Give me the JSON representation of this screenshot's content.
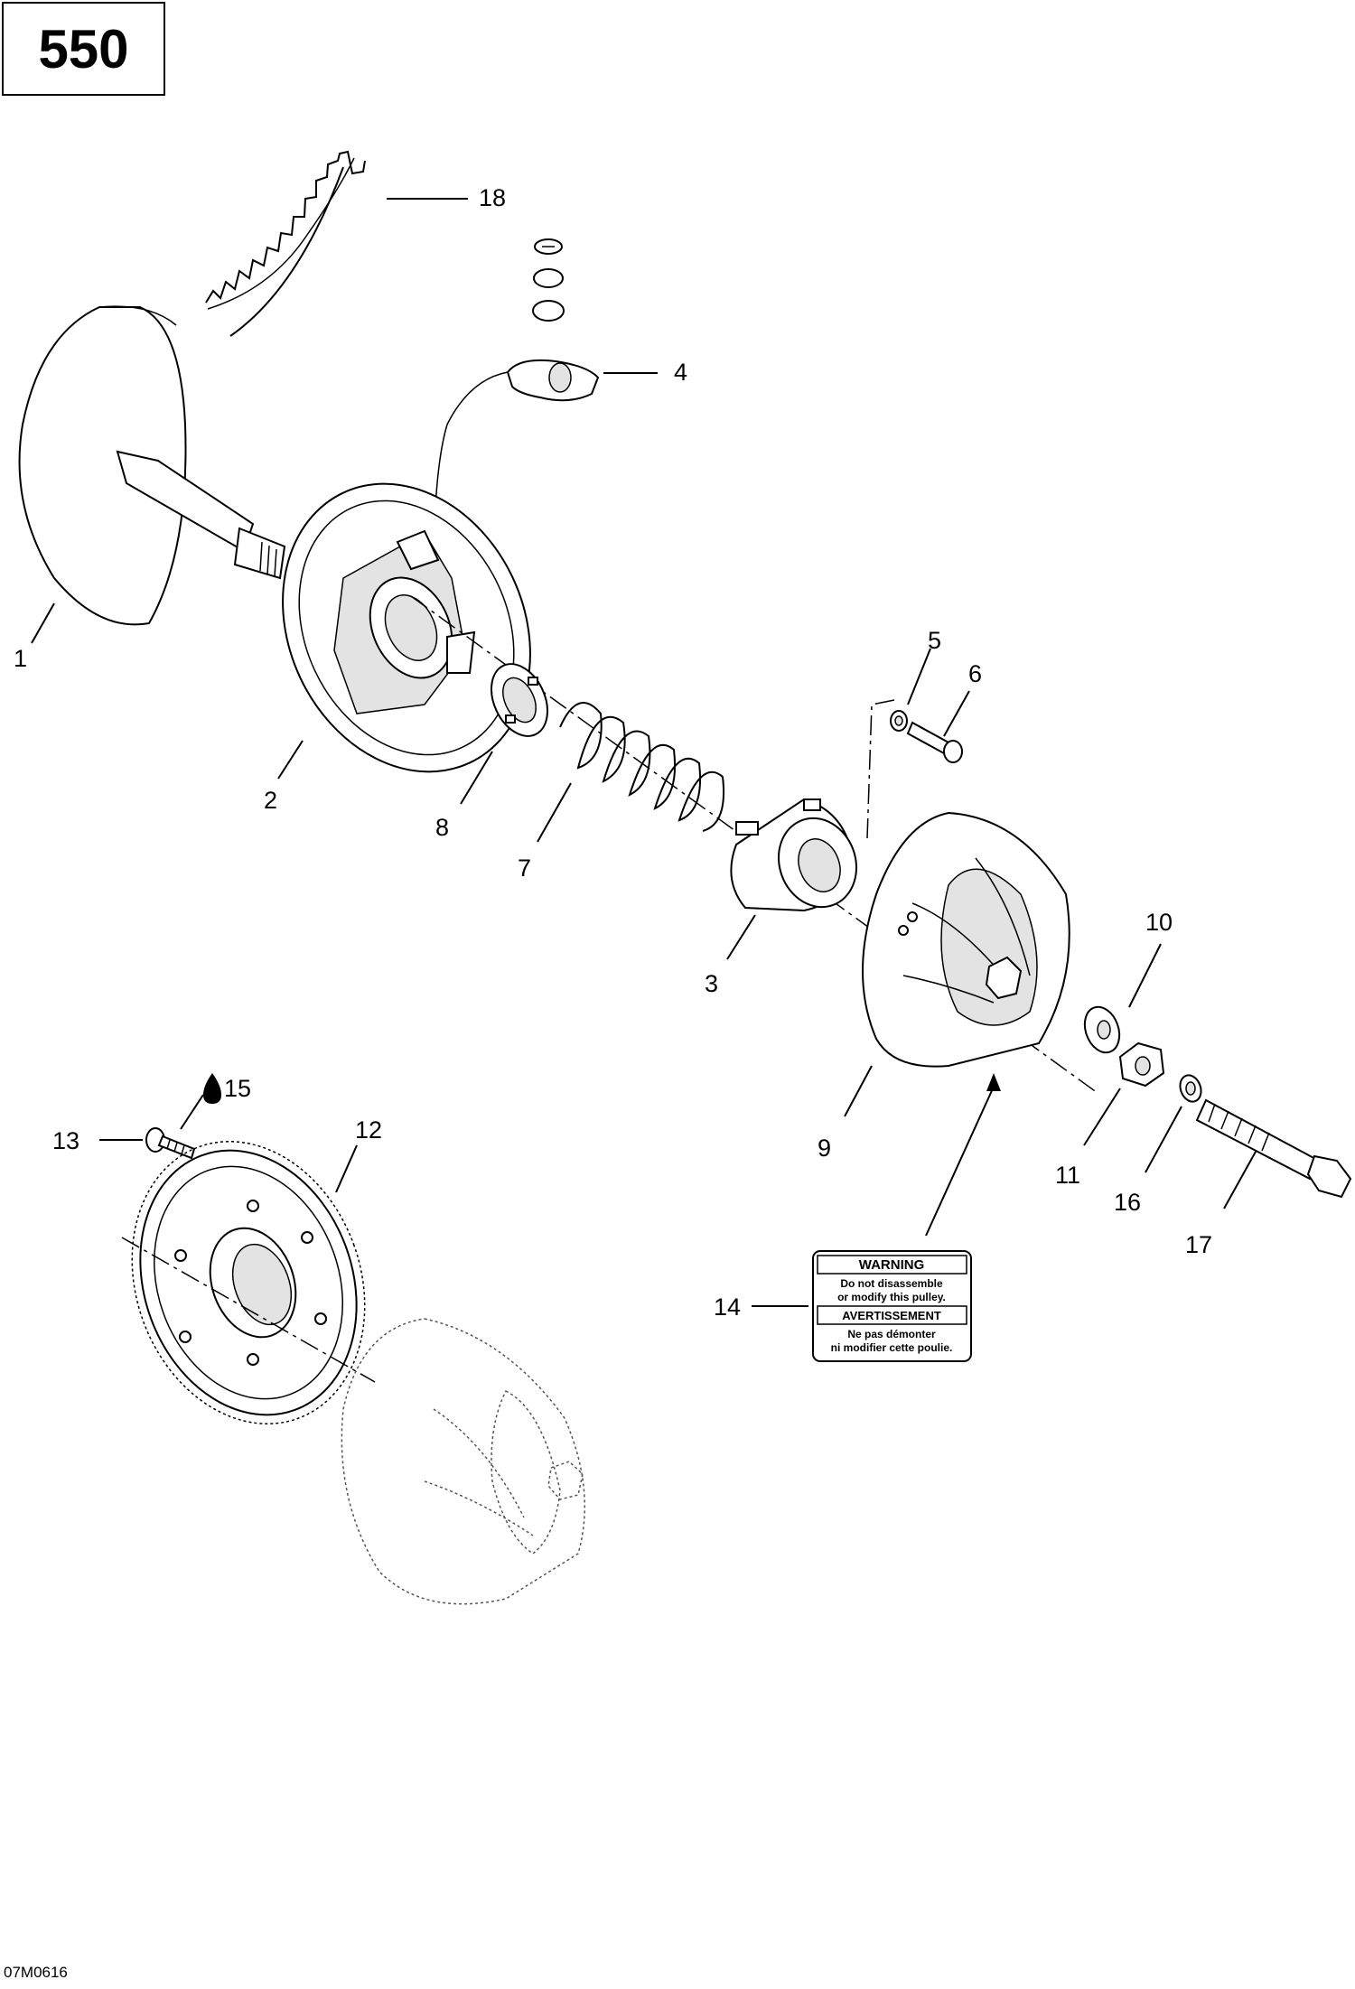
{
  "model": "550",
  "drawing_code": "07M0616",
  "callouts": {
    "c1": "1",
    "c2": "2",
    "c3": "3",
    "c4": "4",
    "c5": "5",
    "c6": "6",
    "c7": "7",
    "c8": "8",
    "c9": "9",
    "c10": "10",
    "c11": "11",
    "c12": "12",
    "c13": "13",
    "c14": "14",
    "c15": "15",
    "c16": "16",
    "c17": "17",
    "c18": "18"
  },
  "warning_label": {
    "heading_en": "WARNING",
    "line1_en": "Do not disassemble",
    "line2_en": "or modify this pulley.",
    "heading_fr": "AVERTISSEMENT",
    "line1_fr": "Ne pas démonter",
    "line2_fr": "ni modifier cette poulie."
  }
}
